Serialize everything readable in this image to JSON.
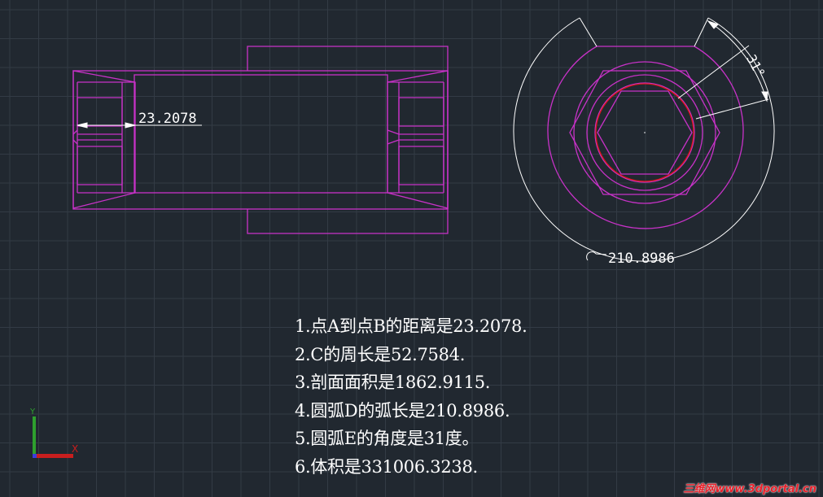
{
  "drawing": {
    "dimension_distance": "23.2078",
    "dimension_arc_length": "210.8986",
    "dimension_angle": "31°",
    "ucs_axis_x": "X",
    "ucs_axis_y": "Y"
  },
  "notes": [
    "1.点A到点B的距离是23.2078.",
    "2.C的周长是52.7584.",
    "3.剖面面积是1862.9115.",
    "4.圆弧D的弧长是210.8986.",
    "5.圆弧E的角度是31度。",
    "6.体积是331006.3238."
  ],
  "watermark": "三维网www.3dportal.cn",
  "colors": {
    "background": "#212830",
    "grid": "#3a424c",
    "geometry": "#c832c8",
    "dimension": "#ffffff",
    "circle_c": "#d81818"
  }
}
